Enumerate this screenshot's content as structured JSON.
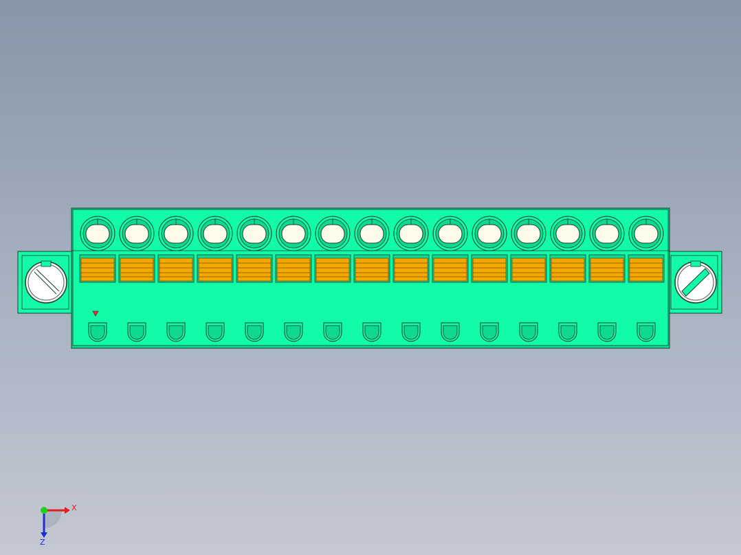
{
  "viewport": {
    "background_top": "#8696a8",
    "background_bottom": "#c4c8d2"
  },
  "connector": {
    "pin_count": 15,
    "body_color": "#12fba6",
    "body_shadow_color": "#0ed98f",
    "contact_color": "#f2a800",
    "contact_line_color": "#7a5200",
    "hole_color": "#fffbea",
    "outline_color": "#1c3b2c",
    "pin1_marker_color": "#e83030",
    "left_screw": {
      "type": "slotted-screw",
      "slot_direction": "backslash"
    },
    "right_screw": {
      "type": "slotted-screw",
      "slot_direction": "slash",
      "color": "#12fba6"
    }
  },
  "triad": {
    "x_label": "X",
    "z_label": "Z",
    "x_color": "#e02020",
    "y_color": "#20d020",
    "z_color": "#2030d0"
  }
}
